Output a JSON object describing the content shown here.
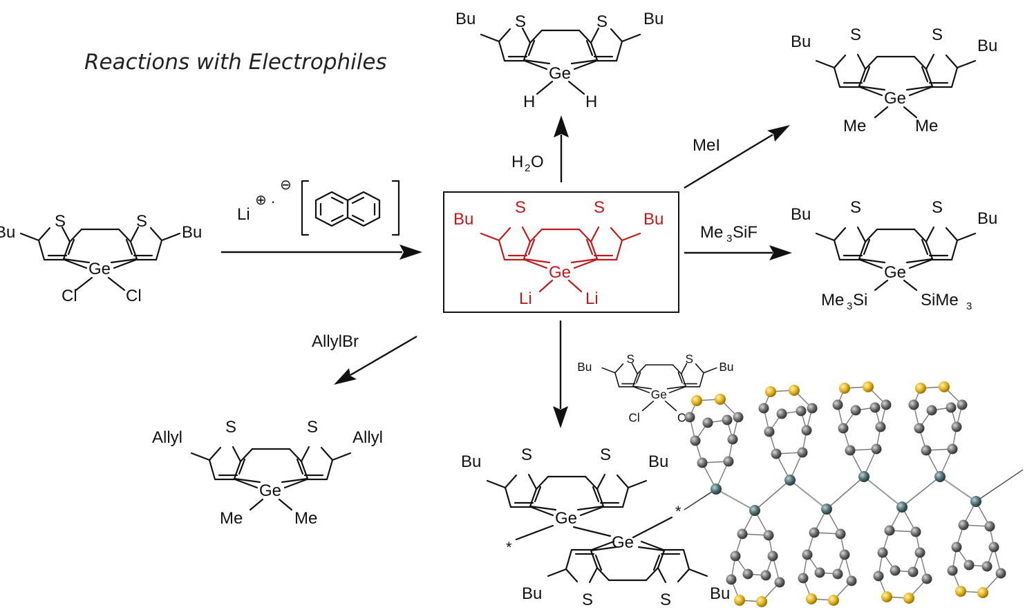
{
  "title": "Reactions with Electrophiles",
  "mol": {
    "S": "S",
    "Ge": "Ge",
    "Bu": "Bu",
    "Cl": "Cl",
    "Li": "Li",
    "H": "H",
    "Me": "Me",
    "Allyl": "Allyl",
    "Me3Si_main": "Me",
    "Me3Si_sub": "3",
    "Me3Si_tail": "Si",
    "SiMe3_main": "SiMe",
    "SiMe3_sub": "3",
    "star": "*"
  },
  "reagents": {
    "li_main": "Li",
    "li_plus": "⊕",
    "li_dot": "·",
    "li_minus": "⊖",
    "h2o_a": "H",
    "h2o_sub": "2",
    "h2o_b": "O",
    "mei": "MeI",
    "me3sif_a": "Me",
    "me3sif_sub": "3",
    "me3sif_b": "SiF",
    "allylbr": "AllylBr"
  },
  "colors": {
    "highlight": "#c0191c",
    "ink": "#111111",
    "sulfur_atom": "#e3b21c",
    "carbon_atom": "#6b6b6b",
    "germanium_atom": "#4f6f73"
  }
}
